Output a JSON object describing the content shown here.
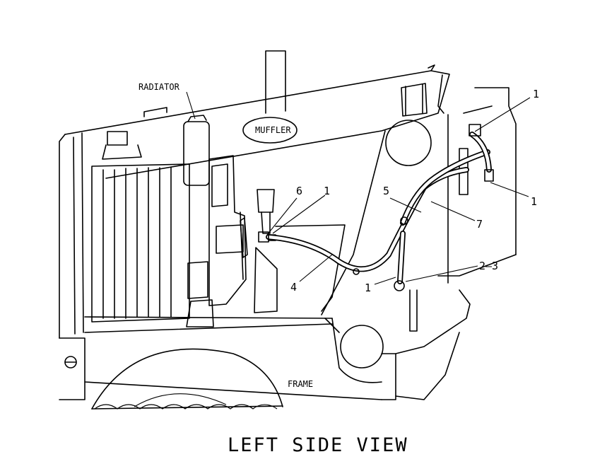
{
  "labels": {
    "radiator": "RADIATOR",
    "muffler": "MUFFLER",
    "frame": "FRAME"
  },
  "callouts": [
    {
      "id": "c1a",
      "text": "1"
    },
    {
      "id": "c1b",
      "text": "1"
    },
    {
      "id": "c1c",
      "text": "1"
    },
    {
      "id": "c1d",
      "text": "1"
    },
    {
      "id": "c6",
      "text": "6"
    },
    {
      "id": "c5",
      "text": "5"
    },
    {
      "id": "c7",
      "text": "7"
    },
    {
      "id": "c4",
      "text": "4"
    },
    {
      "id": "c23",
      "text": "2—3"
    }
  ],
  "caption": "LEFT SIDE VIEW"
}
